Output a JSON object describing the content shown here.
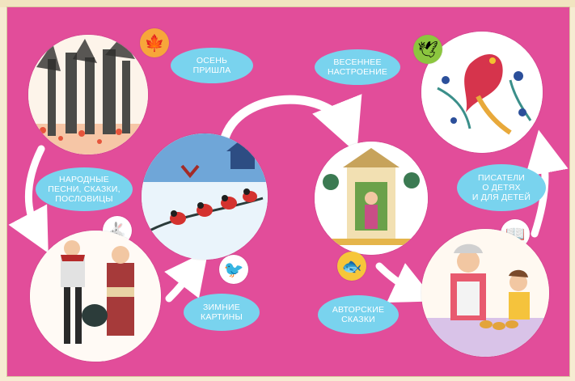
{
  "pills": {
    "autumn": "ОСЕНЬ\nПРИШЛА",
    "spring": "ВЕСЕННЕЕ\nНАСТРОЕНИЕ",
    "folk": "НАРОДНЫЕ\nПЕСНИ, СКАЗКИ,\nПОСЛОВИЦЫ",
    "writers": "ПИСАТЕЛИ\nО ДЕТЯХ\nИ ДЛЯ ДЕТЕЙ",
    "winter": "ЗИМНИЕ\nКАРТИНЫ",
    "authors": "АВТОРСКИЕ\nСКАЗКИ"
  },
  "icons": {
    "autumn_badge": "leaf-icon",
    "spring_badge": "bird-icon",
    "folk_badge": "hare-icon",
    "winter_badge": "bullfinch-icon",
    "authors_badge": "golden-fish-icon",
    "writers_badge": "open-book-icon"
  },
  "colors": {
    "background": "#e24d9a",
    "pill": "#79d3ee",
    "arrow": "#ffffff"
  }
}
